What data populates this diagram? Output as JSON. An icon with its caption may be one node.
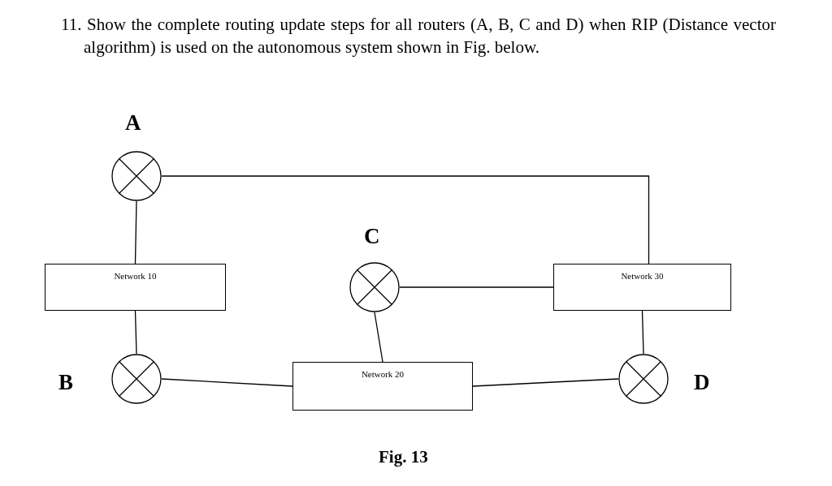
{
  "diagram": {
    "title": "11. Show the complete routing update steps for all routers (A, B, C and D) when RIP (Distance vector algorithm) is used on the autonomous system shown in Fig. below.",
    "caption": "Fig. 13",
    "nodes": [
      {
        "text": [],
        "shape": "circle",
        "beside": [
          "A"
        ]
      },
      {
        "text": [
          "Network 10"
        ]
      },
      {
        "text": [],
        "shape": "circle",
        "beside": [
          "C"
        ]
      },
      {
        "text": [
          "Network 30"
        ]
      },
      {
        "text": [],
        "shape": "circle",
        "beside": [
          "B"
        ]
      },
      {
        "text": [
          "Network 20"
        ]
      },
      {
        "text": [],
        "shape": "circle",
        "beside": [
          "D"
        ]
      }
    ],
    "edges": [
      {
        "from": 0,
        "to": 1,
        "arrow": "none"
      },
      {
        "from": 0,
        "to": 3,
        "arrow": "none"
      },
      {
        "from": 1,
        "to": 4,
        "arrow": "none"
      },
      {
        "from": 4,
        "to": 5,
        "arrow": "none"
      },
      {
        "from": 2,
        "to": 5,
        "arrow": "none"
      },
      {
        "from": 2,
        "to": 3,
        "arrow": "none"
      },
      {
        "from": 3,
        "to": 6,
        "arrow": "none"
      },
      {
        "from": 5,
        "to": 6,
        "arrow": "none"
      }
    ]
  }
}
